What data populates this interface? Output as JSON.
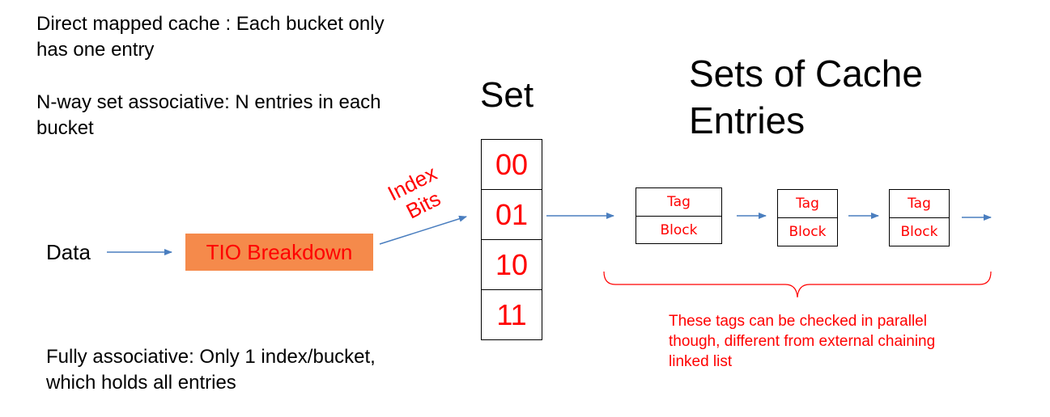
{
  "notes": {
    "direct_mapped": "Direct mapped cache : Each bucket only has one entry",
    "n_way": "N-way set associative: N entries in each bucket",
    "fully_associative": "Fully associative: Only 1 index/bucket, which holds all entries"
  },
  "flow": {
    "data_label": "Data",
    "tio_label": "TIO Breakdown",
    "index_bits_label": "Index Bits"
  },
  "set": {
    "title": "Set",
    "rows": [
      "00",
      "01",
      "10",
      "11"
    ]
  },
  "cache_entries": {
    "title": "Sets of Cache Entries",
    "entries": [
      {
        "tag": "Tag",
        "block": "Block"
      },
      {
        "tag": "Tag",
        "block": "Block"
      },
      {
        "tag": "Tag",
        "block": "Block"
      }
    ],
    "parallel_note": "These tags can be checked in parallel though, different from external chaining linked list"
  },
  "colors": {
    "text": "#000000",
    "accent_red": "#ff0000",
    "orange_box": "#f58a4b",
    "arrow_blue": "#4a7ebf"
  }
}
